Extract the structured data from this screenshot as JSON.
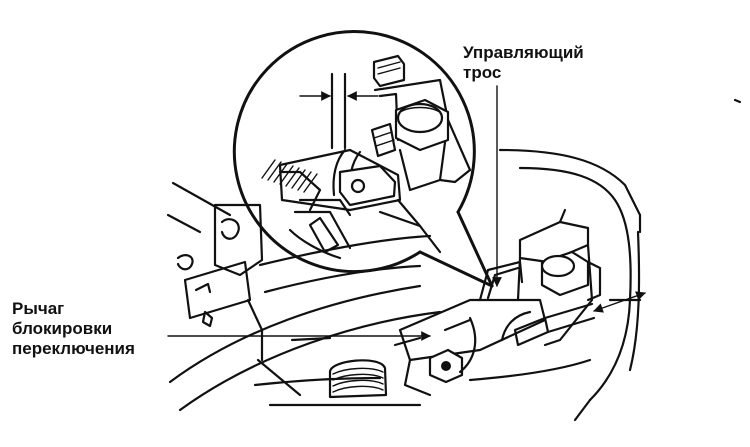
{
  "labels": {
    "control_cable": [
      "Управляющий",
      "трос"
    ],
    "shift_lock_lever": [
      "Рычаг",
      "блокировки",
      "переключения"
    ]
  }
}
